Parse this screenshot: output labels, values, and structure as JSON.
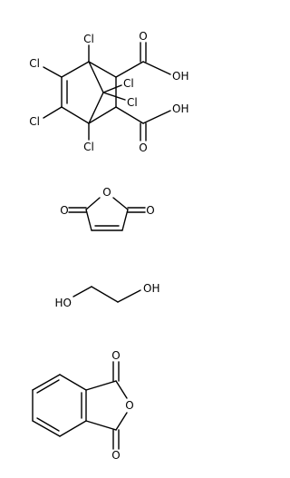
{
  "atoms": {
    "het_cl_top": "Cl",
    "het_cl_left_top": "Cl",
    "het_cl_left_bottom": "Cl",
    "het_cl_bottom": "Cl",
    "het_cl_bridge_a": "Cl",
    "het_cl_bridge_b": "Cl",
    "het_oh_top": "OH",
    "het_o_top": "O",
    "het_oh_bottom": "OH",
    "het_o_bottom": "O",
    "ma_o_ring": "O",
    "ma_o_left": "O",
    "ma_o_right": "O",
    "eg_ho": "HO",
    "eg_oh": "OH",
    "pa_o_top": "O",
    "pa_o_ring": "O",
    "pa_o_bottom": "O"
  }
}
